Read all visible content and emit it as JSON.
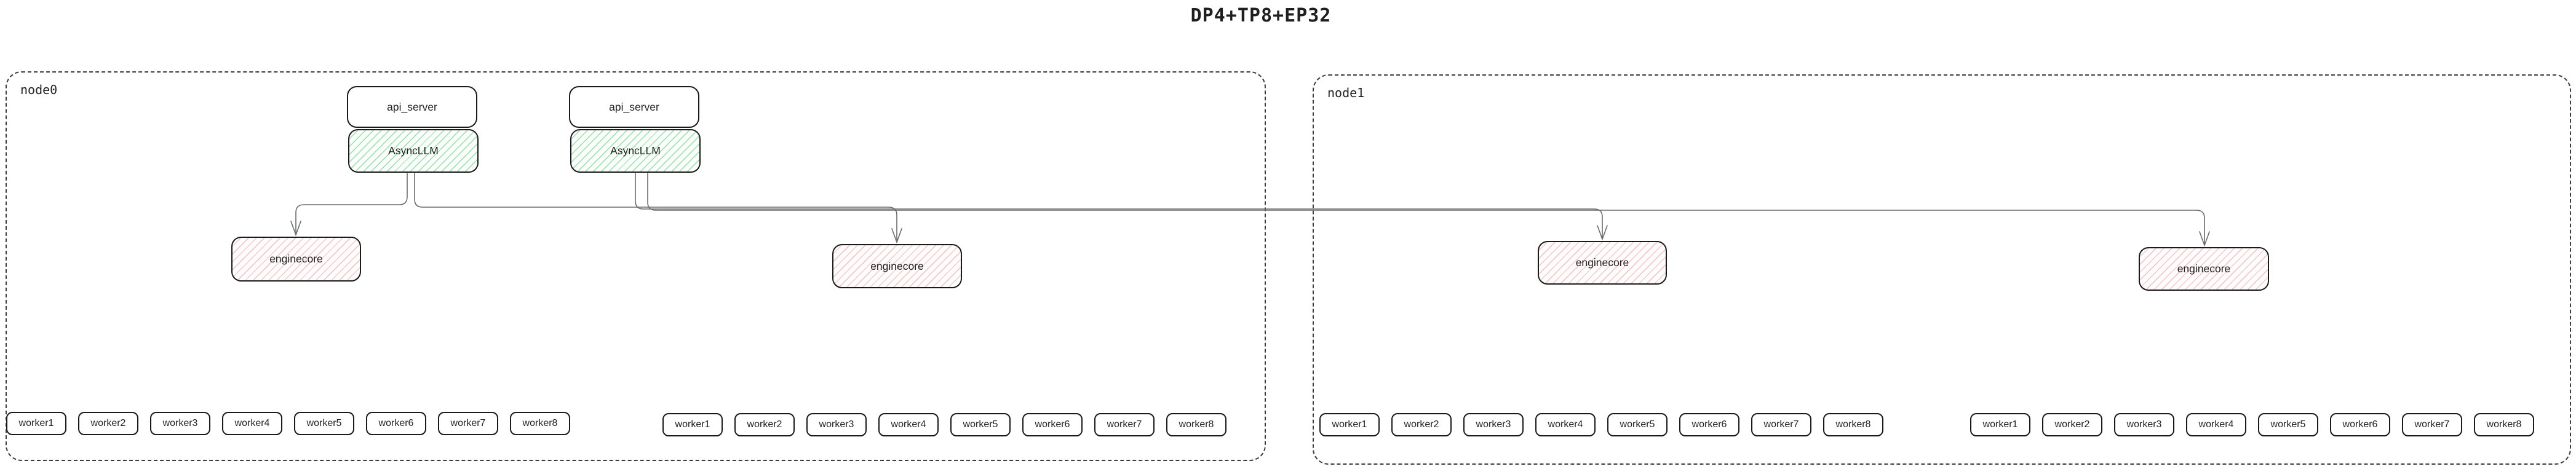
{
  "title": "DP4+TP8+EP32",
  "colors": {
    "asyncllm_hatch": "#8fe3a4",
    "enginecore_hatch": "#f5bcbc",
    "connector": "#6b6b6b",
    "border": "#1a1a1a"
  },
  "node0": {
    "label": "node0",
    "stacks": [
      {
        "api_server": "api_server",
        "asyncllm": "AsyncLLM"
      },
      {
        "api_server": "api_server",
        "asyncllm": "AsyncLLM"
      }
    ],
    "enginecores": [
      "enginecore",
      "enginecore"
    ],
    "worker_groups": [
      [
        "worker1",
        "worker2",
        "worker3",
        "worker4",
        "worker5",
        "worker6",
        "worker7",
        "worker8"
      ],
      [
        "worker1",
        "worker2",
        "worker3",
        "worker4",
        "worker5",
        "worker6",
        "worker7",
        "worker8"
      ]
    ]
  },
  "node1": {
    "label": "node1",
    "enginecores": [
      "enginecore",
      "enginecore"
    ],
    "worker_groups": [
      [
        "worker1",
        "worker2",
        "worker3",
        "worker4",
        "worker5",
        "worker6",
        "worker7",
        "worker8"
      ],
      [
        "worker1",
        "worker2",
        "worker3",
        "worker4",
        "worker5",
        "worker6",
        "worker7",
        "worker8"
      ]
    ]
  }
}
